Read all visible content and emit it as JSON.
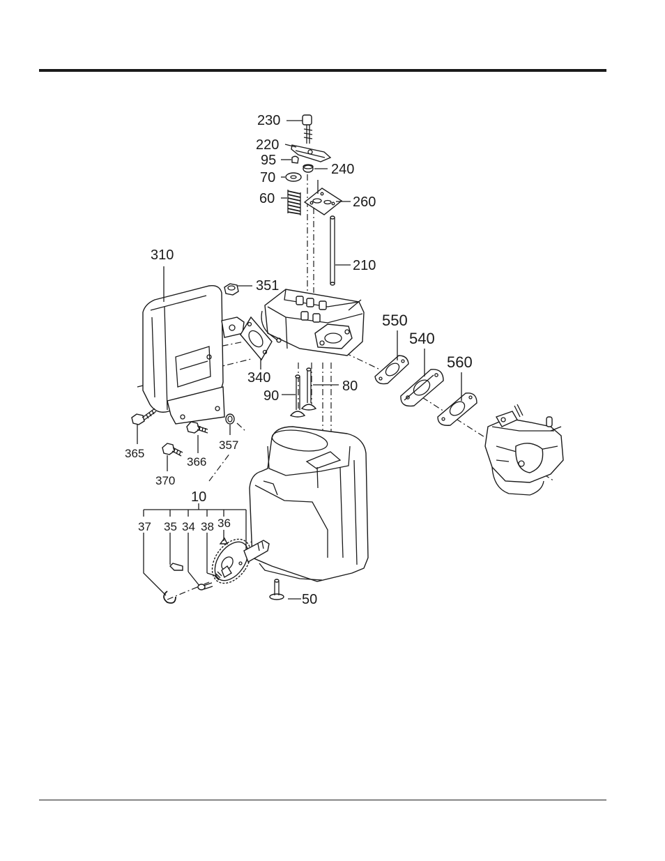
{
  "labels": {
    "l230": "230",
    "l220": "220",
    "l95": "95",
    "l240": "240",
    "l70": "70",
    "l60": "60",
    "l260": "260",
    "l210": "210",
    "l310": "310",
    "l351": "351",
    "l550": "550",
    "l540": "540",
    "l560": "560",
    "l340": "340",
    "l90": "90",
    "l80": "80",
    "l365": "365",
    "l366": "366",
    "l357": "357",
    "l370": "370",
    "l10": "10",
    "l37": "37",
    "l35": "35",
    "l34": "34",
    "l38": "38",
    "l36": "36",
    "l50": "50"
  }
}
